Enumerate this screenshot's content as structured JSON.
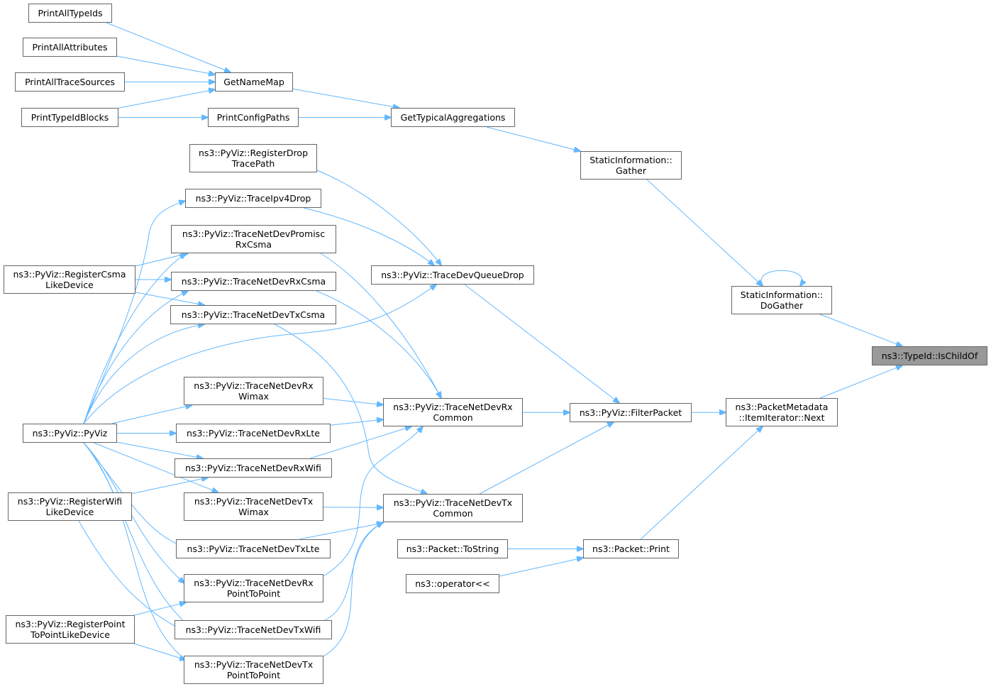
{
  "colors": {
    "edge": "#63b8ff",
    "border": "#666666",
    "focus_fill": "#999999",
    "background": "#ffffff"
  },
  "nodes": [
    {
      "id": "isChildOf",
      "lines": [
        "ns3::TypeId::IsChildOf"
      ],
      "focus": true
    },
    {
      "id": "doGather",
      "lines": [
        "StaticInformation::",
        "DoGather"
      ]
    },
    {
      "id": "gather",
      "lines": [
        "StaticInformation::",
        "Gather"
      ]
    },
    {
      "id": "getTypicalAggregations",
      "lines": [
        "GetTypicalAggregations"
      ]
    },
    {
      "id": "getNameMap",
      "lines": [
        "GetNameMap"
      ]
    },
    {
      "id": "printConfigPaths",
      "lines": [
        "PrintConfigPaths"
      ]
    },
    {
      "id": "printAllTypeIds",
      "lines": [
        "PrintAllTypeIds"
      ]
    },
    {
      "id": "printAllAttributes",
      "lines": [
        "PrintAllAttributes"
      ]
    },
    {
      "id": "printAllTraceSources",
      "lines": [
        "PrintAllTraceSources"
      ]
    },
    {
      "id": "printTypeIdBlocks",
      "lines": [
        "PrintTypeIdBlocks"
      ]
    },
    {
      "id": "next",
      "lines": [
        "ns3::PacketMetadata",
        "::ItemIterator::Next"
      ]
    },
    {
      "id": "filterPacket",
      "lines": [
        "ns3::PyViz::FilterPacket"
      ]
    },
    {
      "id": "packetPrint",
      "lines": [
        "ns3::Packet::Print"
      ]
    },
    {
      "id": "packetToString",
      "lines": [
        "ns3::Packet::ToString"
      ]
    },
    {
      "id": "operatorShl",
      "lines": [
        "ns3::operator<<"
      ]
    },
    {
      "id": "traceDevQueueDrop",
      "lines": [
        "ns3::PyViz::TraceDevQueueDrop"
      ]
    },
    {
      "id": "traceNetDevRxCommon",
      "lines": [
        "ns3::PyViz::TraceNetDevRx",
        "Common"
      ]
    },
    {
      "id": "traceNetDevTxCommon",
      "lines": [
        "ns3::PyViz::TraceNetDevTx",
        "Common"
      ]
    },
    {
      "id": "registerDropTracePath",
      "lines": [
        "ns3::PyViz::RegisterDrop",
        "TracePath"
      ]
    },
    {
      "id": "traceIpv4Drop",
      "lines": [
        "ns3::PyViz::TraceIpv4Drop"
      ]
    },
    {
      "id": "traceNetDevPromiscRxCsma",
      "lines": [
        "ns3::PyViz::TraceNetDevPromisc",
        "RxCsma"
      ]
    },
    {
      "id": "traceNetDevRxCsma",
      "lines": [
        "ns3::PyViz::TraceNetDevRxCsma"
      ]
    },
    {
      "id": "traceNetDevTxCsma",
      "lines": [
        "ns3::PyViz::TraceNetDevTxCsma"
      ]
    },
    {
      "id": "traceNetDevRxWimax",
      "lines": [
        "ns3::PyViz::TraceNetDevRx",
        "Wimax"
      ]
    },
    {
      "id": "traceNetDevRxLte",
      "lines": [
        "ns3::PyViz::TraceNetDevRxLte"
      ]
    },
    {
      "id": "traceNetDevRxWifi",
      "lines": [
        "ns3::PyViz::TraceNetDevRxWifi"
      ]
    },
    {
      "id": "traceNetDevTxWimax",
      "lines": [
        "ns3::PyViz::TraceNetDevTx",
        "Wimax"
      ]
    },
    {
      "id": "traceNetDevTxLte",
      "lines": [
        "ns3::PyViz::TraceNetDevTxLte"
      ]
    },
    {
      "id": "traceNetDevRxPointToPoint",
      "lines": [
        "ns3::PyViz::TraceNetDevRx",
        "PointToPoint"
      ]
    },
    {
      "id": "traceNetDevTxWifi",
      "lines": [
        "ns3::PyViz::TraceNetDevTxWifi"
      ]
    },
    {
      "id": "traceNetDevTxPointToPoint",
      "lines": [
        "ns3::PyViz::TraceNetDevTx",
        "PointToPoint"
      ]
    },
    {
      "id": "registerCsmaLikeDevice",
      "lines": [
        "ns3::PyViz::RegisterCsma",
        "LikeDevice"
      ]
    },
    {
      "id": "pyViz",
      "lines": [
        "ns3::PyViz::PyViz"
      ]
    },
    {
      "id": "registerWifiLikeDevice",
      "lines": [
        "ns3::PyViz::RegisterWifi",
        "LikeDevice"
      ]
    },
    {
      "id": "registerPointToPointLikeDevice",
      "lines": [
        "ns3::PyViz::RegisterPoint",
        "ToPointLikeDevice"
      ]
    }
  ],
  "edges": [
    {
      "from": "doGather",
      "to": "isChildOf"
    },
    {
      "from": "next",
      "to": "isChildOf"
    },
    {
      "from": "doGather",
      "to": "doGather"
    },
    {
      "from": "gather",
      "to": "doGather"
    },
    {
      "from": "getTypicalAggregations",
      "to": "gather"
    },
    {
      "from": "getNameMap",
      "to": "getTypicalAggregations"
    },
    {
      "from": "printConfigPaths",
      "to": "getTypicalAggregations"
    },
    {
      "from": "printAllTypeIds",
      "to": "getNameMap"
    },
    {
      "from": "printAllAttributes",
      "to": "getNameMap"
    },
    {
      "from": "printAllTraceSources",
      "to": "getNameMap"
    },
    {
      "from": "printTypeIdBlocks",
      "to": "getNameMap"
    },
    {
      "from": "printTypeIdBlocks",
      "to": "printConfigPaths"
    },
    {
      "from": "filterPacket",
      "to": "next"
    },
    {
      "from": "packetPrint",
      "to": "next"
    },
    {
      "from": "packetToString",
      "to": "packetPrint"
    },
    {
      "from": "operatorShl",
      "to": "packetPrint"
    },
    {
      "from": "traceDevQueueDrop",
      "to": "filterPacket"
    },
    {
      "from": "traceNetDevRxCommon",
      "to": "filterPacket"
    },
    {
      "from": "traceNetDevTxCommon",
      "to": "filterPacket"
    },
    {
      "from": "registerDropTracePath",
      "to": "traceDevQueueDrop"
    },
    {
      "from": "traceIpv4Drop",
      "to": "traceDevQueueDrop"
    },
    {
      "from": "pyViz",
      "to": "traceDevQueueDrop"
    },
    {
      "from": "traceNetDevPromiscRxCsma",
      "to": "traceNetDevRxCommon"
    },
    {
      "from": "traceNetDevRxCsma",
      "to": "traceNetDevRxCommon"
    },
    {
      "from": "traceNetDevRxWimax",
      "to": "traceNetDevRxCommon"
    },
    {
      "from": "traceNetDevRxLte",
      "to": "traceNetDevRxCommon"
    },
    {
      "from": "traceNetDevRxWifi",
      "to": "traceNetDevRxCommon"
    },
    {
      "from": "traceNetDevRxPointToPoint",
      "to": "traceNetDevRxCommon"
    },
    {
      "from": "traceNetDevTxCsma",
      "to": "traceNetDevTxCommon"
    },
    {
      "from": "traceNetDevTxWimax",
      "to": "traceNetDevTxCommon"
    },
    {
      "from": "traceNetDevTxLte",
      "to": "traceNetDevTxCommon"
    },
    {
      "from": "traceNetDevTxWifi",
      "to": "traceNetDevTxCommon"
    },
    {
      "from": "traceNetDevTxPointToPoint",
      "to": "traceNetDevTxCommon"
    },
    {
      "from": "registerCsmaLikeDevice",
      "to": "traceNetDevPromiscRxCsma"
    },
    {
      "from": "registerCsmaLikeDevice",
      "to": "traceNetDevRxCsma"
    },
    {
      "from": "registerCsmaLikeDevice",
      "to": "traceNetDevTxCsma"
    },
    {
      "from": "pyViz",
      "to": "traceIpv4Drop"
    },
    {
      "from": "pyViz",
      "to": "traceNetDevPromiscRxCsma"
    },
    {
      "from": "pyViz",
      "to": "traceNetDevRxCsma"
    },
    {
      "from": "pyViz",
      "to": "traceNetDevTxCsma"
    },
    {
      "from": "pyViz",
      "to": "traceNetDevRxWimax"
    },
    {
      "from": "pyViz",
      "to": "traceNetDevRxLte"
    },
    {
      "from": "pyViz",
      "to": "traceNetDevRxWifi"
    },
    {
      "from": "pyViz",
      "to": "traceNetDevTxWimax"
    },
    {
      "from": "pyViz",
      "to": "traceNetDevTxLte"
    },
    {
      "from": "pyViz",
      "to": "traceNetDevRxPointToPoint"
    },
    {
      "from": "pyViz",
      "to": "traceNetDevTxWifi"
    },
    {
      "from": "pyViz",
      "to": "traceNetDevTxPointToPoint"
    },
    {
      "from": "registerWifiLikeDevice",
      "to": "traceNetDevRxWifi"
    },
    {
      "from": "registerWifiLikeDevice",
      "to": "traceNetDevTxWifi"
    },
    {
      "from": "registerPointToPointLikeDevice",
      "to": "traceNetDevRxPointToPoint"
    },
    {
      "from": "registerPointToPointLikeDevice",
      "to": "traceNetDevTxPointToPoint"
    }
  ]
}
